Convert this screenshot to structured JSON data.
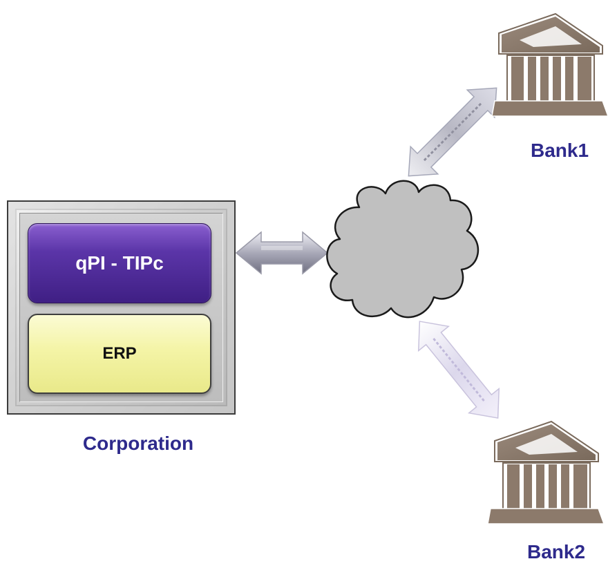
{
  "corporation": {
    "label": "Corporation",
    "modules": {
      "tipc_label": "qPI - TIPc",
      "erp_label": "ERP"
    }
  },
  "banks": [
    {
      "label": "Bank1",
      "icon": "bank-building-icon"
    },
    {
      "label": "Bank2",
      "icon": "bank-building-icon"
    }
  ],
  "network": {
    "icon": "cloud-icon"
  },
  "connectors": {
    "icon": "double-arrow-icon"
  },
  "colors": {
    "label_blue": "#2e2a8c",
    "tipc_purple": "#4b2a95",
    "erp_yellow": "#f4f4a6",
    "bank_brown": "#8c7a6b",
    "cloud_gray": "#c0c0c0"
  }
}
